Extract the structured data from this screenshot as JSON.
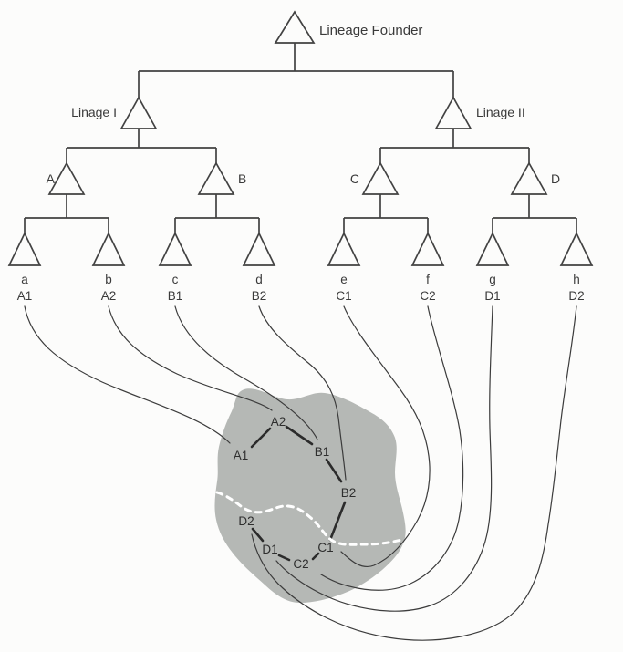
{
  "diagram": {
    "title": "Lineage Founder",
    "lineages": [
      {
        "label": "Linage I"
      },
      {
        "label": "Linage II"
      }
    ],
    "clades": [
      {
        "label": "A"
      },
      {
        "label": "B"
      },
      {
        "label": "C"
      },
      {
        "label": "D"
      }
    ],
    "leaves": [
      {
        "letter": "a",
        "code": "A1"
      },
      {
        "letter": "b",
        "code": "A2"
      },
      {
        "letter": "c",
        "code": "B1"
      },
      {
        "letter": "d",
        "code": "B2"
      },
      {
        "letter": "e",
        "code": "C1"
      },
      {
        "letter": "f",
        "code": "C2"
      },
      {
        "letter": "g",
        "code": "D1"
      },
      {
        "letter": "h",
        "code": "D2"
      }
    ],
    "network": {
      "nodes": [
        {
          "id": "A1"
        },
        {
          "id": "A2"
        },
        {
          "id": "B1"
        },
        {
          "id": "B2"
        },
        {
          "id": "C1"
        },
        {
          "id": "C2"
        },
        {
          "id": "D1"
        },
        {
          "id": "D2"
        }
      ],
      "edges": [
        [
          "A1",
          "A2"
        ],
        [
          "A2",
          "B1"
        ],
        [
          "B1",
          "B2"
        ],
        [
          "B2",
          "C1"
        ],
        [
          "D2",
          "D1"
        ],
        [
          "D1",
          "C2"
        ],
        [
          "C2",
          "C1"
        ]
      ]
    },
    "colors": {
      "blob": "#b5b8b5",
      "line": "#3c3c3c",
      "dashed_line": "#ffffff",
      "background": "#fcfcfb"
    }
  }
}
